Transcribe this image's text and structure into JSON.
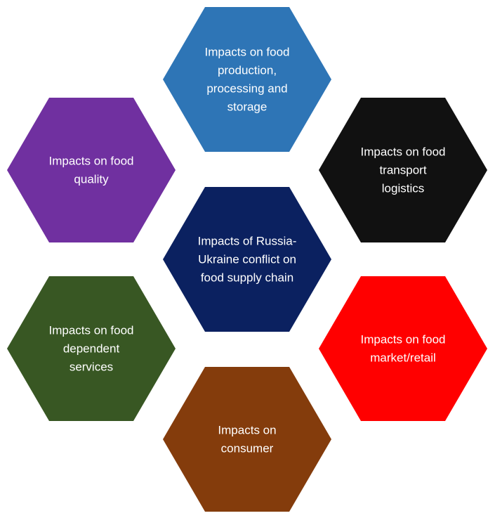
{
  "center": {
    "lines": [
      "Impacts of Russia-",
      "Ukraine conflict on",
      "food supply chain"
    ],
    "color": "#0B2160"
  },
  "hexagons": [
    {
      "id": "production",
      "lines": [
        "Impacts on food",
        "production,",
        "processing and",
        "storage"
      ],
      "color": "#2E75B6"
    },
    {
      "id": "transport",
      "lines": [
        "Impacts on food",
        "transport",
        "logistics"
      ],
      "color": "#111111"
    },
    {
      "id": "retail",
      "lines": [
        "Impacts on food",
        "market/retail"
      ],
      "color": "#FF0000"
    },
    {
      "id": "consumer",
      "lines": [
        "Impacts on",
        "consumer"
      ],
      "color": "#843C0C"
    },
    {
      "id": "services",
      "lines": [
        "Impacts on food",
        "dependent",
        "services"
      ],
      "color": "#385723"
    },
    {
      "id": "quality",
      "lines": [
        "Impacts on food",
        "quality"
      ],
      "color": "#7030A0"
    }
  ]
}
